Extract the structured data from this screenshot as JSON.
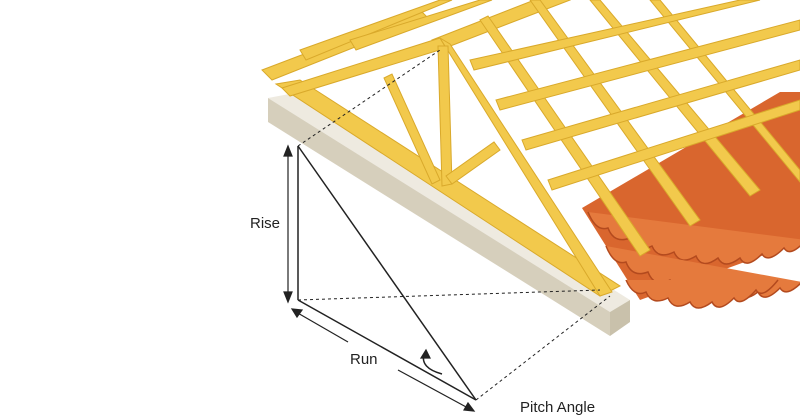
{
  "labels": {
    "rise": "Rise",
    "run": "Run",
    "pitch_angle": "Pitch Angle"
  },
  "colors": {
    "timber": "#f2c94c",
    "timber_dark": "#d9a92b",
    "wall_top": "#eeeae0",
    "wall_side": "#d6cfbc",
    "tile": "#d9662e",
    "tile_dark": "#b34a1e",
    "line": "#222222"
  }
}
